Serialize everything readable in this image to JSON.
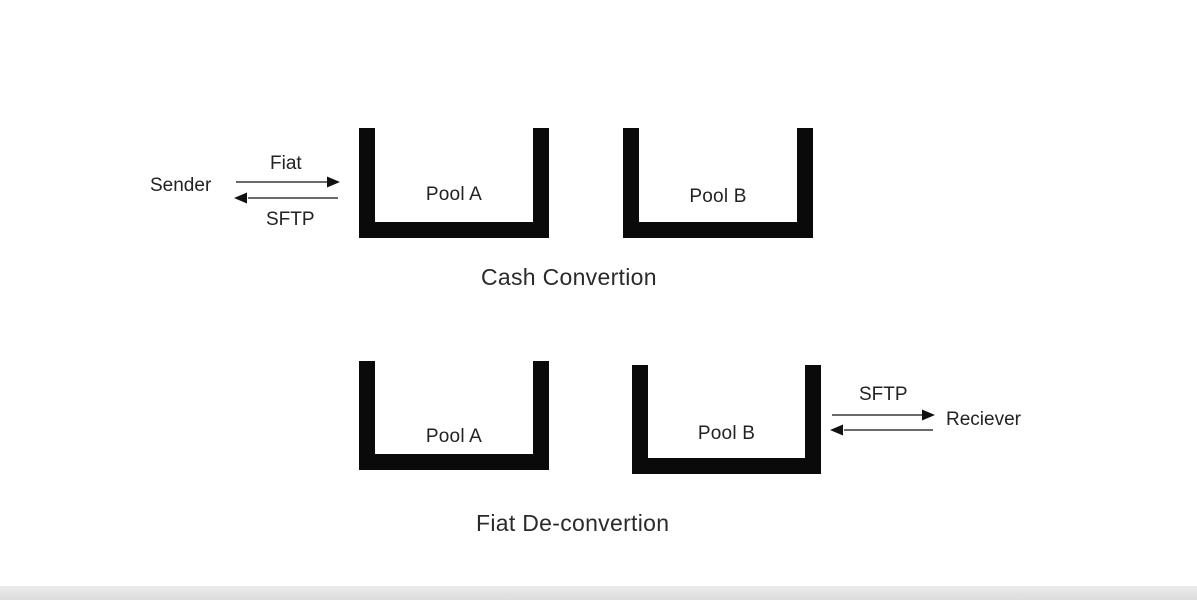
{
  "top": {
    "sender_label": "Sender",
    "forward_label": "Fiat",
    "back_label": "SFTP",
    "pool_a_label": "Pool A",
    "pool_b_label": "Pool B",
    "caption": "Cash Convertion"
  },
  "bottom": {
    "pool_a_label": "Pool A",
    "pool_b_label": "Pool B",
    "forward_label": "SFTP",
    "receiver_label": "Reciever",
    "caption": "Fiat De-convertion"
  },
  "colors": {
    "pool_stroke": "#0a0a0a",
    "arrow_stroke": "#111111",
    "text": "#222222",
    "background": "#ffffff"
  }
}
